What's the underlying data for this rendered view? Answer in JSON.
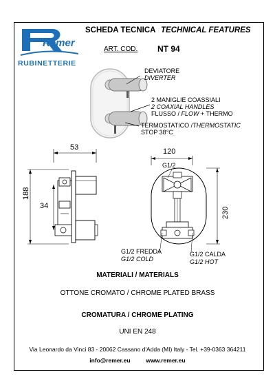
{
  "brand": {
    "logo_text": "Remer",
    "subtitle": "RUBINETTERIE",
    "color": "#1d6fb8"
  },
  "header": {
    "title_it": "SCHEDA TECNICA",
    "title_en": "TECHNICAL FEATURES",
    "art_label": "ART. COD.",
    "art_code": "NT 94"
  },
  "labels": {
    "diverter_it": "DEVIATORE",
    "diverter_en": "DIVERTER",
    "handles_1": "2 MANIGLIE COASSIALI",
    "handles_2": "2 COAXIAL HANDLES",
    "flow_1": "FLUSSO / ",
    "flow_2": "FLOW",
    "flow_3": " + THERMO",
    "thermo_1": "TERMOSTATICO /",
    "thermo_2": "THERMOSTATIC",
    "thermo_3": "STOP 38°C"
  },
  "dimensions": {
    "d53": "53",
    "d188": "188",
    "d34": "34",
    "d120": "120",
    "d230": "230",
    "g12_top": "G1/2"
  },
  "connections": {
    "cold_it": "G1/2 FREDDA",
    "cold_en": "G1/2 COLD",
    "hot_it": "G1/2 CALDA",
    "hot_en": "G1/2 HOT"
  },
  "materials": {
    "title": "MATERIALI / MATERIALS",
    "value": "OTTONE CROMATO / CHROME PLATED BRASS"
  },
  "plating": {
    "title": "CROMATURA / CHROME PLATING",
    "standard": "UNI EN 248"
  },
  "footer": {
    "address": "Via Leonardo da Vinci 83 - 20062 Cassano d'Adda (MI) Italy - Tel. +39-0363 364211",
    "email": "info@remer.eu",
    "website": "www.remer.eu"
  }
}
